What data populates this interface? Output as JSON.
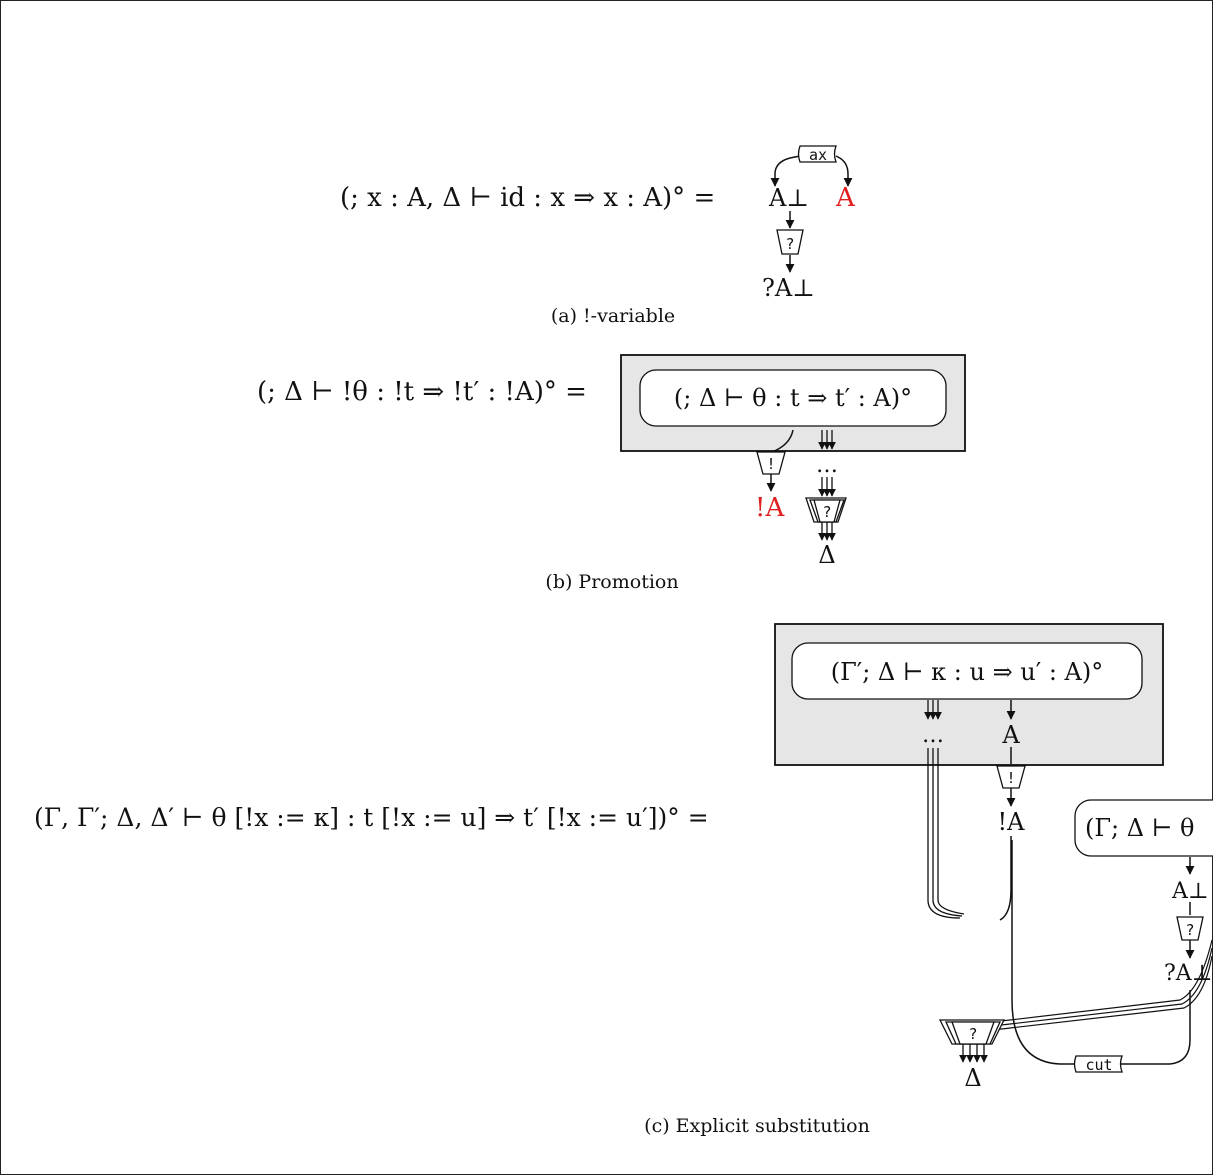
{
  "figure_a": {
    "formula": "(; x : A, Δ ⊢ id : x ⇒ x : A)° =",
    "ax_label": "ax",
    "node_a_perp": "A⊥",
    "node_a_red": "A",
    "why_label": "?",
    "node_why_a_perp": "?A⊥",
    "caption": "(a)  !-variable"
  },
  "figure_b": {
    "formula": "(; Δ ⊢ !θ : !t ⇒ !t′ : !A)° =",
    "box_label": "(; Δ ⊢ θ : t ⇒ t′ : A)°",
    "bang_label": "!",
    "node_bang_a": "!A",
    "dots": "…",
    "why_label": "?",
    "delta": "Δ",
    "caption": "(b)  Promotion"
  },
  "figure_c": {
    "formula": "(Γ, Γ′; Δ, Δ′ ⊢ θ [!x := κ] : t [!x := u] ⇒ t′ [!x := u′])°  =",
    "box_label": "(Γ′; Δ ⊢ κ : u ⇒ u′ : A)°",
    "box_out_a": "A",
    "dots": "…",
    "bang_label": "!",
    "node_bang_a": "!A",
    "right_box_label": "(Γ; Δ ⊢ θ",
    "node_a_perp": "A⊥",
    "why_label_right": "?",
    "node_why_a_perp": "?A⊥",
    "why_label_left": "?",
    "cut_label": "cut",
    "delta": "Δ",
    "caption": "(c)  Explicit substitution"
  },
  "colors": {
    "highlight": "#e02020",
    "box_fill": "#e6e6e6",
    "stroke": "#111111"
  }
}
